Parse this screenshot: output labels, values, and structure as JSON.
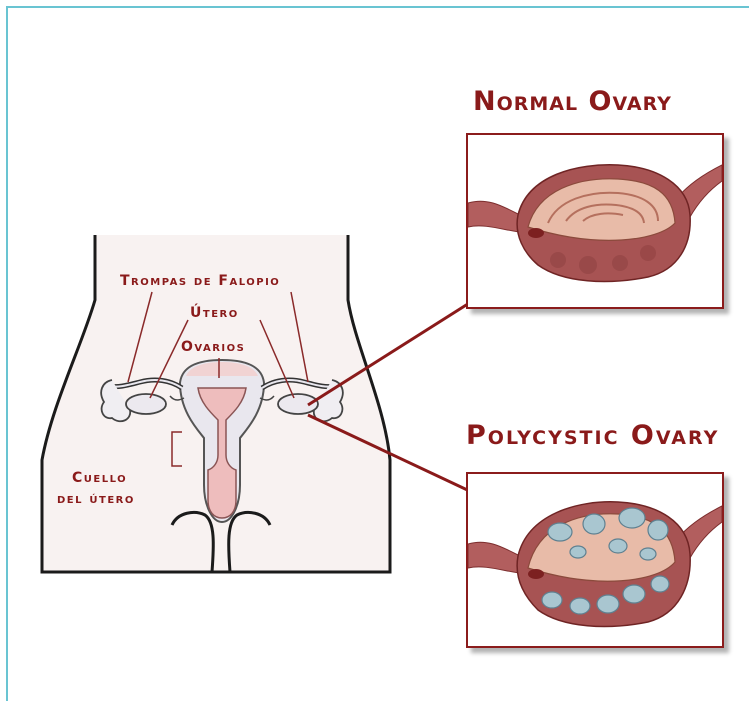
{
  "headings": {
    "normal": "Normal Ovary",
    "polycystic": "Polycystic Ovary"
  },
  "labels": {
    "fallopian_tubes": "Trompas de Falopio",
    "uterus": "Útero",
    "ovaries": "Ovarios",
    "cervix_line1": "Cuello",
    "cervix_line2": "del útero"
  },
  "colors": {
    "accent": "#8a1a1a",
    "frame": "#69c4d2",
    "body_fill": "#f8f2f1",
    "uterus_pink": "#ecbcbc",
    "ovary_tissue": "#a55252",
    "cyst": "#a9c6d0"
  }
}
